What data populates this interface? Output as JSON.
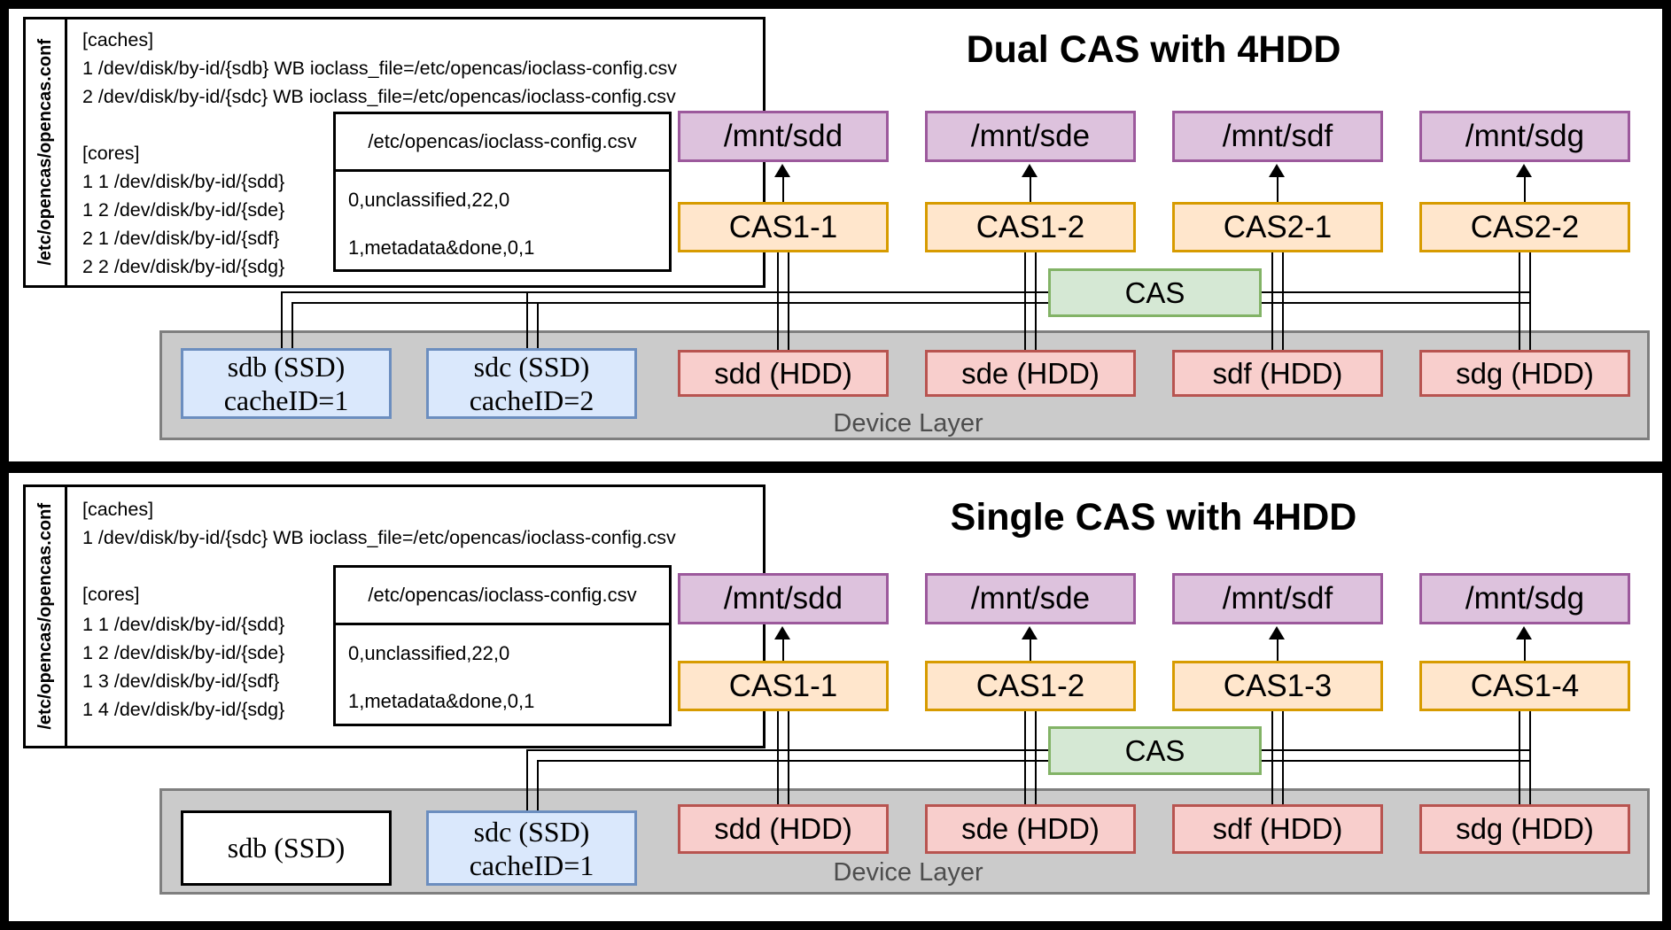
{
  "panels": [
    {
      "title": "Dual CAS with 4HDD",
      "config_file": {
        "filename": "/etc/opencas/opencas.conf",
        "lines": [
          "[caches]",
          "1 /dev/disk/by-id/{sdb} WB ioclass_file=/etc/opencas/ioclass-config.csv",
          "2 /dev/disk/by-id/{sdc} WB ioclass_file=/etc/opencas/ioclass-config.csv",
          "[cores]",
          "1 1 /dev/disk/by-id/{sdd}",
          "1 2 /dev/disk/by-id/{sde}",
          "2 1 /dev/disk/by-id/{sdf}",
          "2 2 /dev/disk/by-id/{sdg}"
        ]
      },
      "ioclass_file": {
        "title": "/etc/opencas/ioclass-config.csv",
        "rows": [
          "0,unclassified,22,0",
          "1,metadata&done,0,1"
        ]
      },
      "mounts": [
        "/mnt/sdd",
        "/mnt/sde",
        "/mnt/sdf",
        "/mnt/sdg"
      ],
      "cas_instances": [
        "CAS1-1",
        "CAS1-2",
        "CAS2-1",
        "CAS2-2"
      ],
      "cas_module_label": "CAS",
      "device_layer": {
        "label": "Device Layer",
        "ssds": [
          {
            "name": "sdb (SSD)",
            "cache_id": "cacheID=1"
          },
          {
            "name": "sdc (SSD)",
            "cache_id": "cacheID=2"
          }
        ],
        "hdds": [
          "sdd (HDD)",
          "sde (HDD)",
          "sdf (HDD)",
          "sdg (HDD)"
        ]
      }
    },
    {
      "title": "Single CAS with 4HDD",
      "config_file": {
        "filename": "/etc/opencas/opencas.conf",
        "lines": [
          "[caches]",
          "1 /dev/disk/by-id/{sdc} WB ioclass_file=/etc/opencas/ioclass-config.csv",
          "[cores]",
          "1 1 /dev/disk/by-id/{sdd}",
          "1 2 /dev/disk/by-id/{sde}",
          "1 3 /dev/disk/by-id/{sdf}",
          "1 4 /dev/disk/by-id/{sdg}"
        ]
      },
      "ioclass_file": {
        "title": "/etc/opencas/ioclass-config.csv",
        "rows": [
          "0,unclassified,22,0",
          "1,metadata&done,0,1"
        ]
      },
      "mounts": [
        "/mnt/sdd",
        "/mnt/sde",
        "/mnt/sdf",
        "/mnt/sdg"
      ],
      "cas_instances": [
        "CAS1-1",
        "CAS1-2",
        "CAS1-3",
        "CAS1-4"
      ],
      "cas_module_label": "CAS",
      "device_layer": {
        "label": "Device Layer",
        "ssds": [
          {
            "name": "sdb (SSD)"
          },
          {
            "name": "sdc (SSD)",
            "cache_id": "cacheID=1"
          }
        ],
        "hdds": [
          "sdd (HDD)",
          "sde (HDD)",
          "sdf (HDD)",
          "sdg (HDD)"
        ]
      }
    }
  ],
  "colors": {
    "mount-fill": "#ddc2dd",
    "mount-border": "#9c599c",
    "cas-fill": "#ffe6cc",
    "cas-border": "#d79b00",
    "module-fill": "#d5e8d4",
    "module-border": "#82b366",
    "ssd-fill": "#dae8fc",
    "ssd-border": "#6c8ebf",
    "hdd-fill": "#f8cecc",
    "hdd-border": "#b85450",
    "layer-fill": "#cbcbcb",
    "layer-border": "#7f7f7f",
    "layer-label": "#4d4d4d",
    "line": "#000000"
  }
}
